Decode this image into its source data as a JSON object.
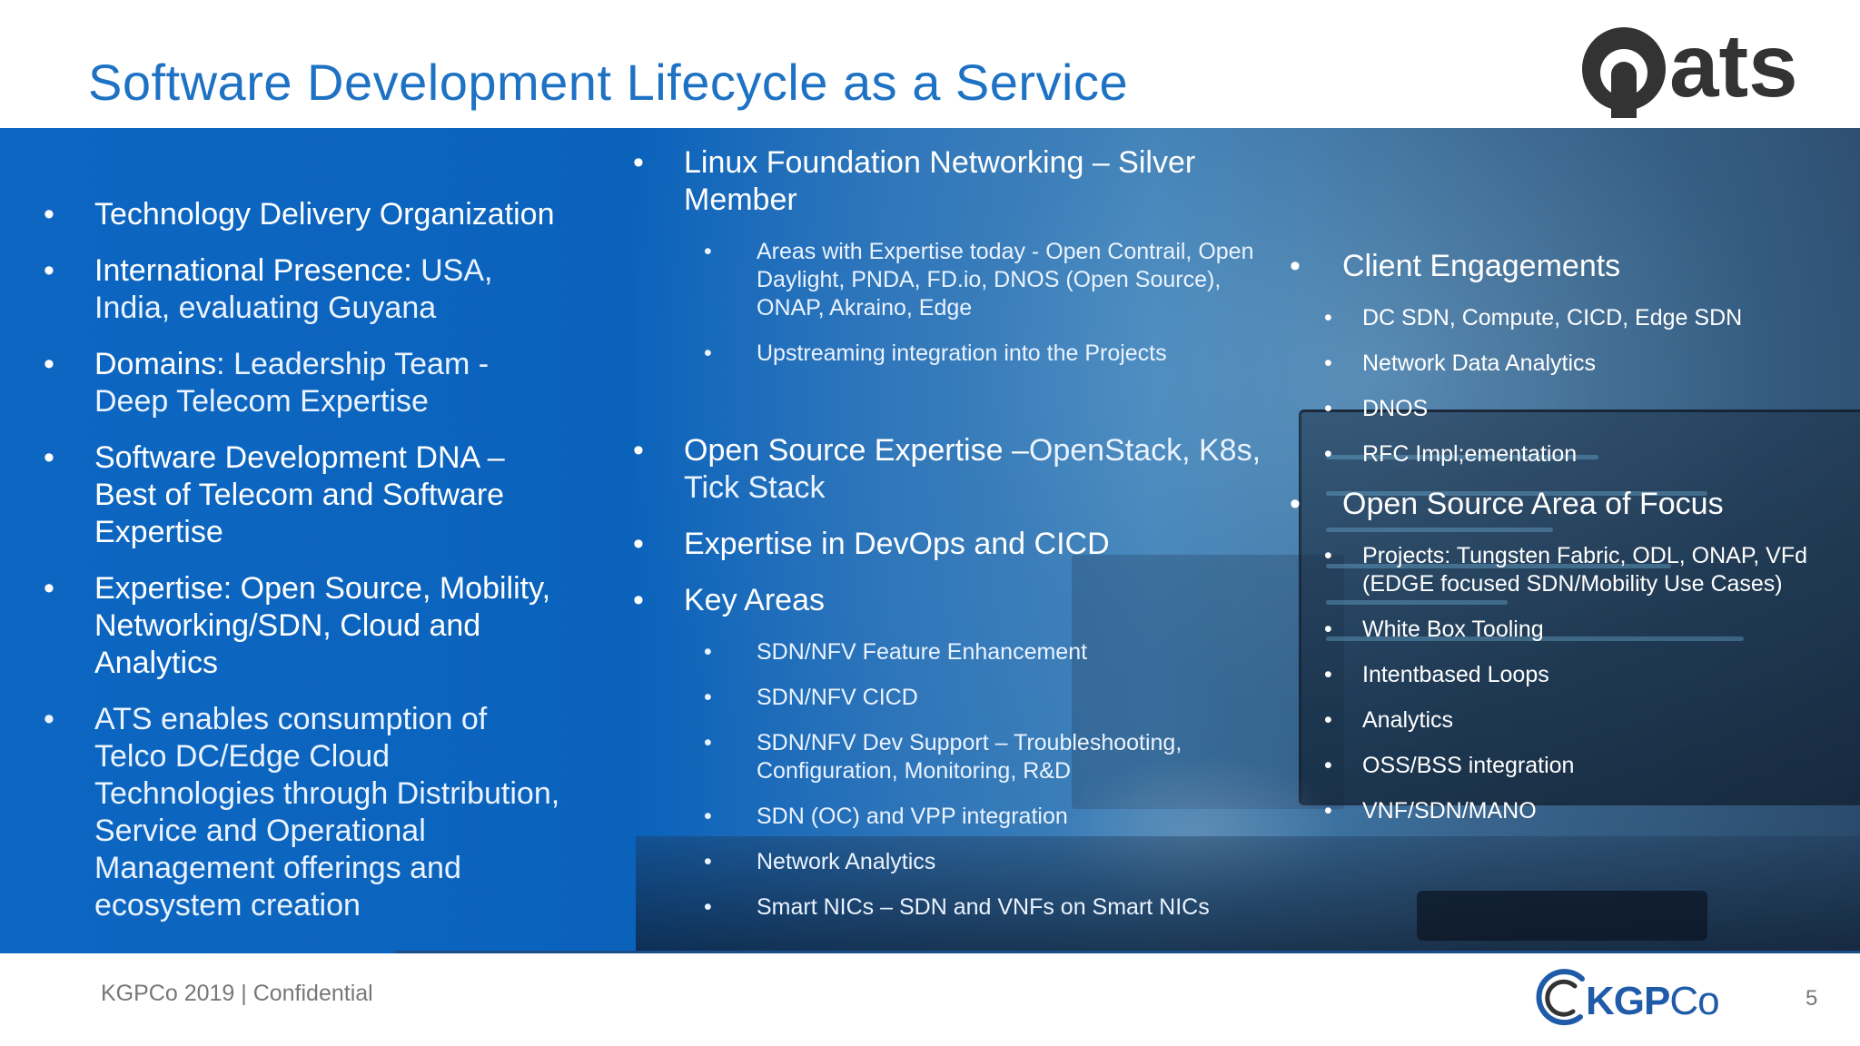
{
  "title": "Software Development Lifecycle as a Service",
  "logos": {
    "top_right": "ats",
    "footer_brand": "KGP",
    "footer_brand_suffix": "Co"
  },
  "column1": {
    "items": [
      {
        "text": "Technology Delivery Organization"
      },
      {
        "label": "International Presence:",
        "rest": " USA, India, evaluating Guyana"
      },
      {
        "label": "Domains",
        "rest": ": Leadership Team - Deep Telecom Expertise"
      },
      {
        "text": "Software Development DNA – Best of Telecom and Software Expertise"
      },
      {
        "text": "Expertise: Open Source, Mobility, Networking/SDN, Cloud and Analytics"
      },
      {
        "text": "ATS enables consumption of Telco DC/Edge Cloud Technologies through Distribution, Service and Operational Management offerings and ecosystem creation"
      }
    ]
  },
  "column2": {
    "lfn": {
      "text": "Linux Foundation Networking – Silver Member",
      "subitems": [
        "Areas with Expertise today - Open Contrail, Open Daylight, PNDA, FD.io, DNOS (Open Source), ONAP, Akraino, Edge",
        "Upstreaming integration into the Projects"
      ]
    },
    "open_source": {
      "label": "Open Source Expertise –",
      "rest": "OpenStack, K8s, Tick Stack"
    },
    "devops": "Expertise in DevOps and CICD",
    "key_areas": {
      "text": "Key Areas",
      "subitems": [
        "SDN/NFV Feature Enhancement",
        "SDN/NFV CICD",
        "SDN/NFV Dev Support – Troubleshooting, Configuration, Monitoring, R&D",
        "SDN (OC) and VPP integration",
        "Network Analytics",
        "Smart NICs – SDN and VNFs on Smart NICs"
      ]
    }
  },
  "column3": {
    "client": {
      "text": "Client Engagements",
      "subitems": [
        "DC SDN, Compute, CICD, Edge SDN",
        "Network Data Analytics",
        "DNOS",
        "RFC Impl;ementation"
      ]
    },
    "focus": {
      "text": "Open Source Area of Focus",
      "subitems": [
        "Projects: Tungsten Fabric, ODL, ONAP, VFd (EDGE focused SDN/Mobility Use Cases)",
        "White Box Tooling",
        "Intentbased  Loops",
        "Analytics",
        "OSS/BSS integration",
        "VNF/SDN/MANO"
      ]
    }
  },
  "footer": {
    "text": "KGPCo 2019 | Confidential",
    "page": "5"
  },
  "colors": {
    "title": "#1e72c4",
    "band": "#0d67c2",
    "brand_dark": "#333333",
    "brand_blue": "#1f5ba8"
  }
}
